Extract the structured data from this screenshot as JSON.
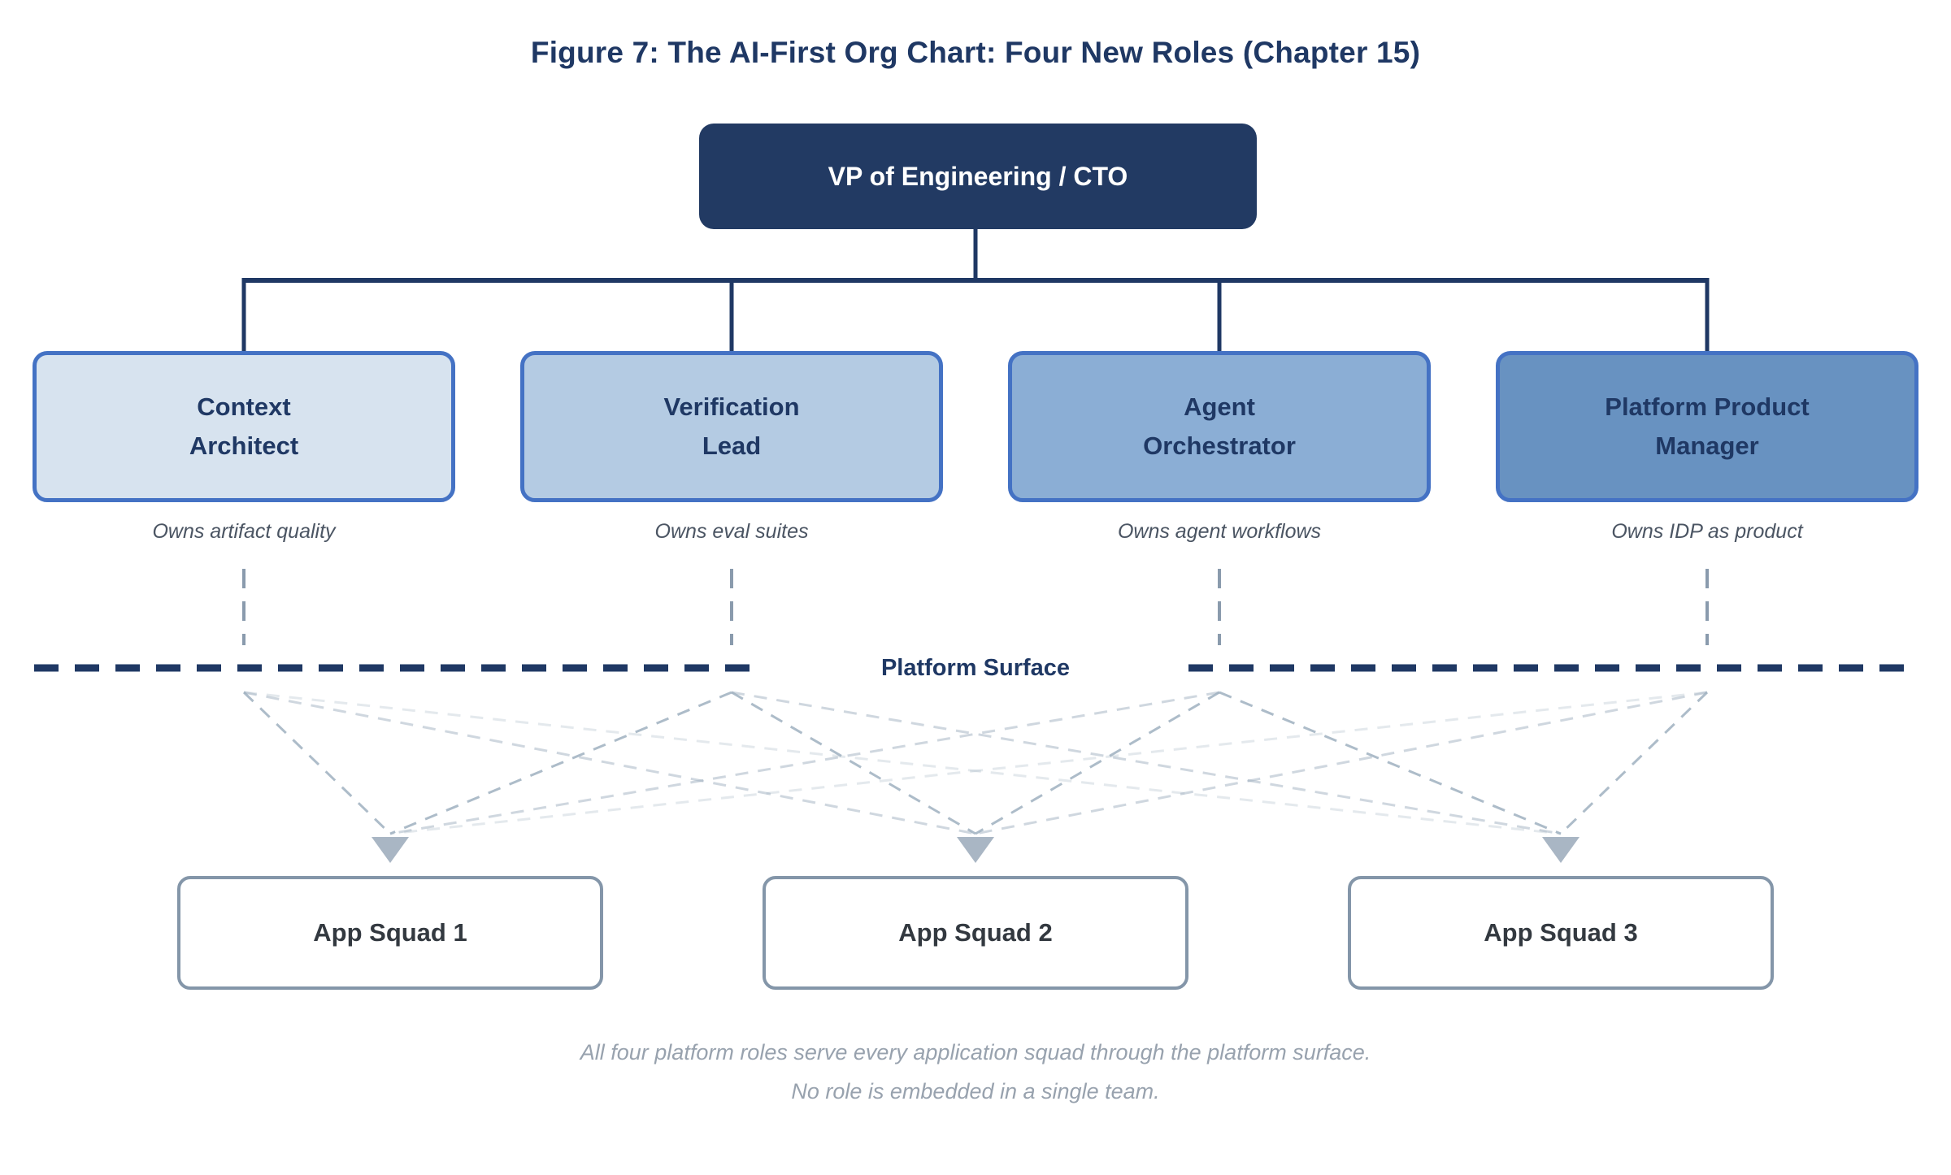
{
  "figure": {
    "title": "Figure 7: The AI-First Org Chart: Four New Roles (Chapter 15)"
  },
  "root": {
    "label": "VP of Engineering / CTO"
  },
  "roles": [
    {
      "label": "Context\nArchitect",
      "caption": "Owns artifact quality",
      "fill": "#D7E3EF"
    },
    {
      "label": "Verification\nLead",
      "caption": "Owns eval suites",
      "fill": "#B4CBE3"
    },
    {
      "label": "Agent\nOrchestrator",
      "caption": "Owns agent workflows",
      "fill": "#8BAED5"
    },
    {
      "label": "Platform Product\nManager",
      "caption": "Owns IDP as product",
      "fill": "#6892C1"
    }
  ],
  "platform_surface": {
    "label": "Platform Surface"
  },
  "squads": [
    {
      "label": "App Squad 1"
    },
    {
      "label": "App Squad 2"
    },
    {
      "label": "App Squad 3"
    }
  ],
  "footer": {
    "line1": "All four platform roles serve every application squad through the platform surface.",
    "line2": "No role is embedded in a single team."
  },
  "colors": {
    "navy": "#1F3864",
    "vp_fill": "#223A63",
    "border_blue": "#4472C4",
    "dash_gray": "#8A9BAD",
    "cross_gray": "#9FB0C0",
    "triangle_gray": "#A9B6C4",
    "squad_border": "#8496A9",
    "squad_text": "#333940",
    "role_text": "#1F3864",
    "caption_gray": "#4B5563",
    "footer_gray": "#98A2AE"
  }
}
